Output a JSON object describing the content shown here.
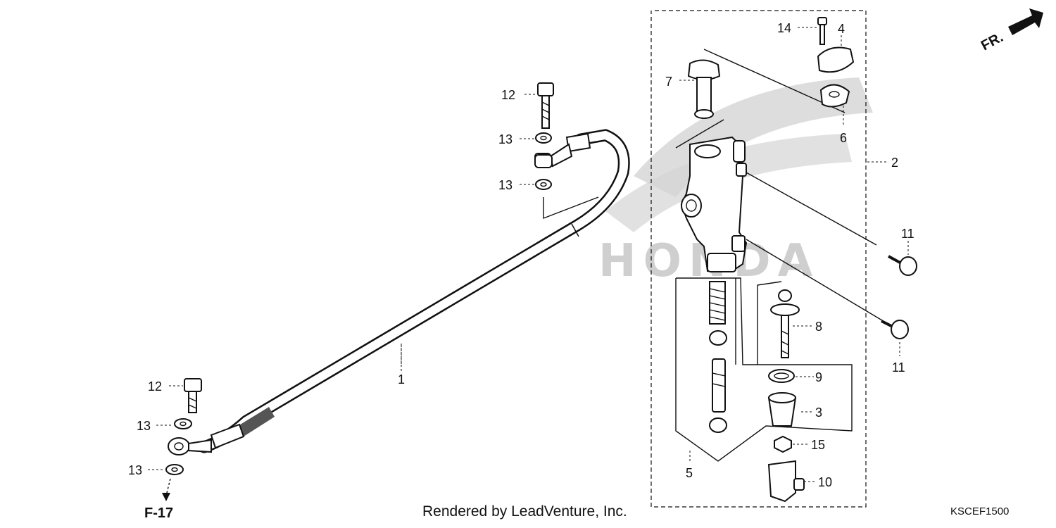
{
  "callouts": {
    "c1": "1",
    "c2": "2",
    "c3": "3",
    "c4": "4",
    "c5": "5",
    "c6": "6",
    "c7": "7",
    "c8": "8",
    "c9": "9",
    "c10": "10",
    "c11a": "11",
    "c11b": "11",
    "c12a": "12",
    "c12b": "12",
    "c13a": "13",
    "c13b": "13",
    "c13c": "13",
    "c13d": "13",
    "c14": "14",
    "c15": "15"
  },
  "reference": "F-17",
  "direction_label": "FR.",
  "watermark": "HONDA",
  "credit": "Rendered by LeadVenture, Inc.",
  "diagram_code": "KSCEF1500"
}
